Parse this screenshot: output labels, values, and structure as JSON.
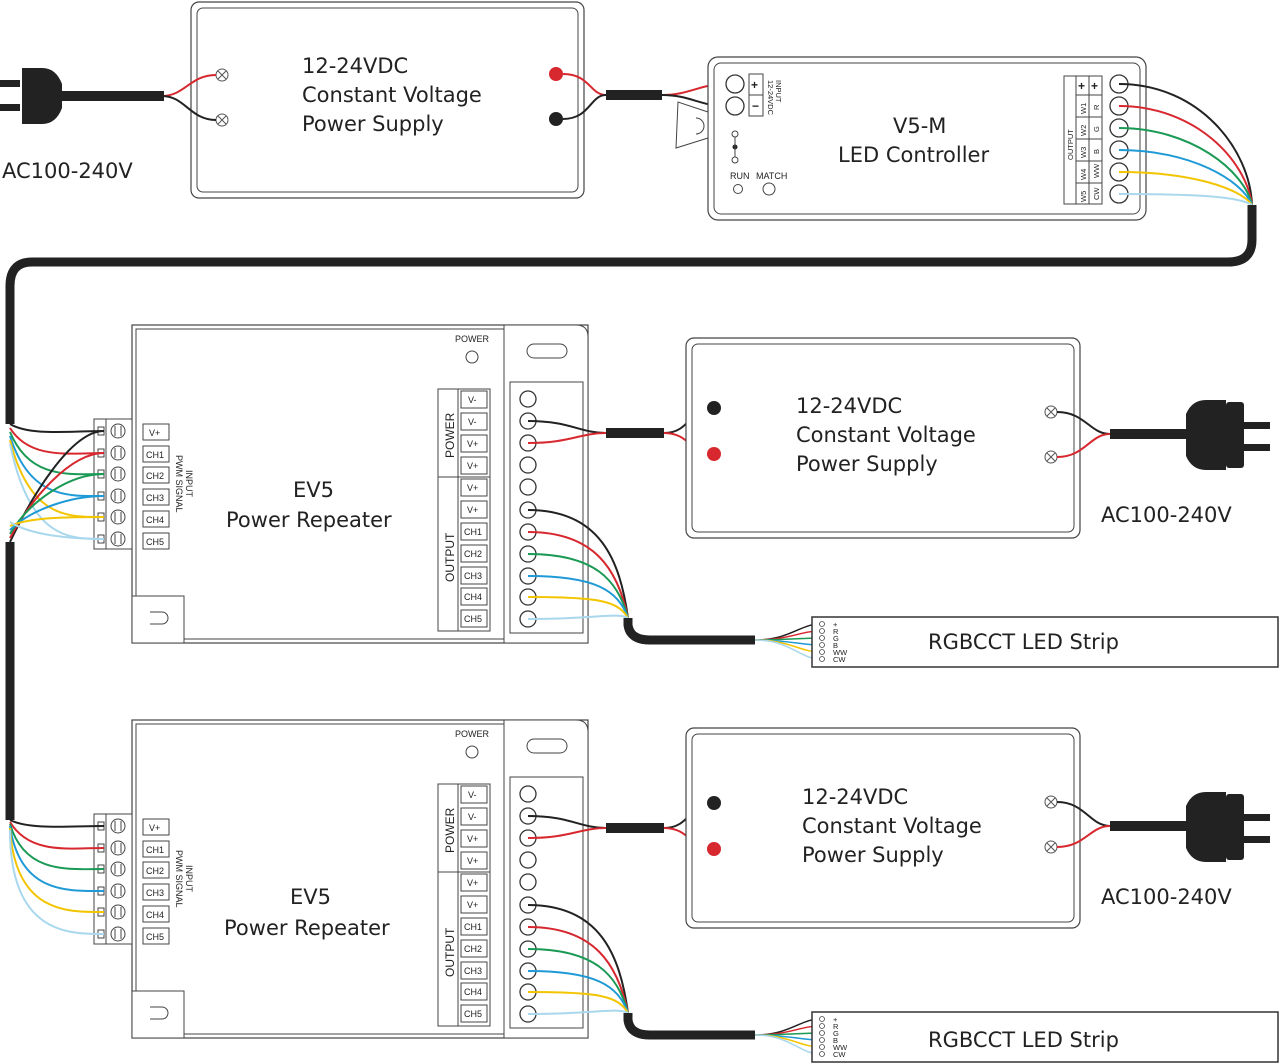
{
  "colors": {
    "black": "#222222",
    "red": "#d7282f",
    "green": "#1a9a55",
    "blue": "#1e9ad6",
    "yellow": "#f2c500",
    "light_blue": "#a9d8ee"
  },
  "top": {
    "ac_label": "AC100-240V",
    "psu_lines": [
      "12-24VDC",
      "Constant Voltage",
      "Power Supply"
    ],
    "controller": {
      "title_lines": [
        "V5-M",
        "LED Controller"
      ],
      "input_label": "INPUT",
      "input_voltage": "12-24VDC",
      "output_label": "OUTPUT",
      "plus": "+",
      "minus": "−",
      "run": "RUN",
      "match": "MATCH",
      "out_w": [
        "W1",
        "W2",
        "W3",
        "W4",
        "W5"
      ],
      "out_rgb": [
        "R",
        "G",
        "B",
        "WW",
        "CW"
      ]
    }
  },
  "repeaters": [
    {
      "title_lines": [
        "EV5",
        "Power Repeater"
      ],
      "power_led": "POWER",
      "input_label": "INPUT",
      "input_sub": "PWM SIGNAL",
      "input_terms": [
        "V+",
        "CH1",
        "CH2",
        "CH3",
        "CH4",
        "CH5"
      ],
      "power_group": "POWER",
      "power_terms": [
        "V-",
        "V-",
        "V+",
        "V+"
      ],
      "output_group": "OUTPUT",
      "output_terms": [
        "V+",
        "V+",
        "CH1",
        "CH2",
        "CH3",
        "CH4",
        "CH5"
      ],
      "psu_lines": [
        "12-24VDC",
        "Constant Voltage",
        "Power Supply"
      ],
      "ac_label": "AC100-240V",
      "strip_label": "RGBCCT LED Strip",
      "strip_pins": [
        "+",
        "R",
        "G",
        "B",
        "WW",
        "CW"
      ]
    },
    {
      "title_lines": [
        "EV5",
        "Power Repeater"
      ],
      "power_led": "POWER",
      "input_label": "INPUT",
      "input_sub": "PWM SIGNAL",
      "input_terms": [
        "V+",
        "CH1",
        "CH2",
        "CH3",
        "CH4",
        "CH5"
      ],
      "power_group": "POWER",
      "power_terms": [
        "V-",
        "V-",
        "V+",
        "V+"
      ],
      "output_group": "OUTPUT",
      "output_terms": [
        "V+",
        "V+",
        "CH1",
        "CH2",
        "CH3",
        "CH4",
        "CH5"
      ],
      "psu_lines": [
        "12-24VDC",
        "Constant Voltage",
        "Power Supply"
      ],
      "ac_label": "AC100-240V",
      "strip_label": "RGBCCT LED Strip",
      "strip_pins": [
        "+",
        "R",
        "G",
        "B",
        "WW",
        "CW"
      ]
    }
  ]
}
